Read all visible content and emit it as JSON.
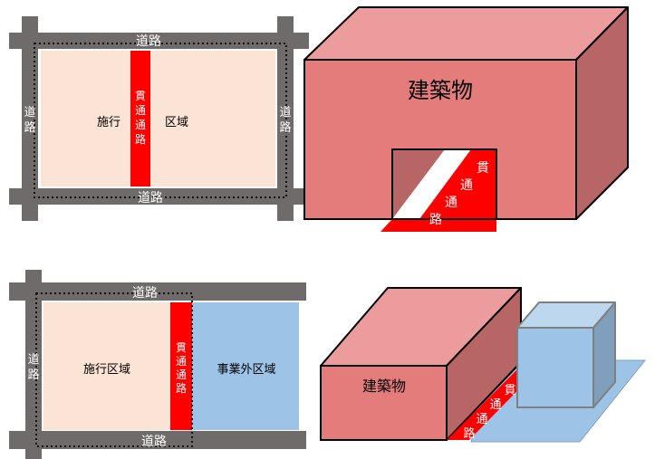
{
  "top_plan": {
    "road_top": "道路",
    "road_bottom": "道路",
    "road_left": [
      "道",
      "路"
    ],
    "road_right": [
      "道",
      "路"
    ],
    "passage": [
      "貫",
      "通",
      "通",
      "路"
    ],
    "area_left": "施行",
    "area_right": "区域"
  },
  "top_building": {
    "label": "建築物",
    "passage": [
      "貫",
      "通",
      "通",
      "路"
    ]
  },
  "bottom_plan": {
    "road_top": "道路",
    "road_bottom": "道路",
    "road_left": [
      "道",
      "路"
    ],
    "area_label": "施行区域",
    "passage": [
      "貫",
      "通",
      "通",
      "路"
    ],
    "outside_label": "事業外区域"
  },
  "bottom_building": {
    "label": "建築物",
    "passage": [
      "貫",
      "通",
      "通",
      "路"
    ]
  },
  "colors": {
    "road": "#6e6b6a",
    "site": "#fbe4d5",
    "passage": "#ff0000",
    "outside_area": "#9dc3e6",
    "building_front": "#e47c7c",
    "building_top": "#ec9c9c",
    "building_side": "#b86565",
    "box_front": "#9dc3e6",
    "box_top": "#bdd7ee",
    "box_side": "#7f9fbd"
  }
}
